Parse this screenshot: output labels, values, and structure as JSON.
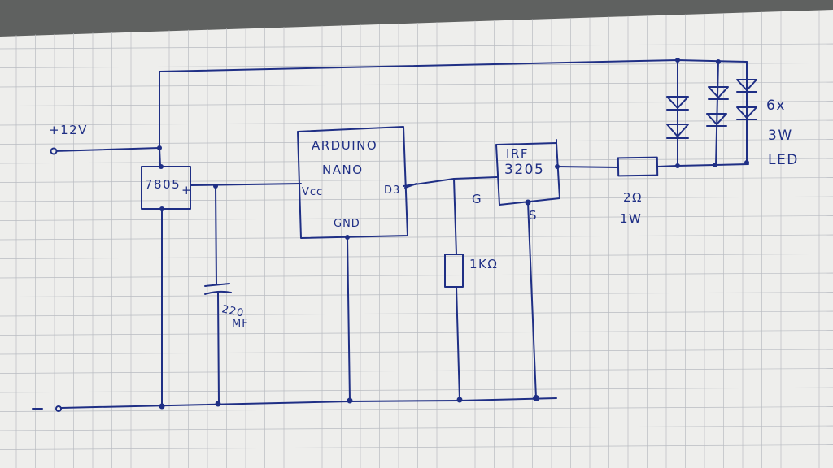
{
  "labels": {
    "supply": "+12V",
    "regulator": "7805",
    "regulator_plus": "+",
    "arduino_line1": "ARDUINO",
    "arduino_line2": "NANO",
    "vcc": "Vcc",
    "d3": "D3",
    "gnd": "GND",
    "mosfet_line1": "IRF",
    "mosfet_line2": "3205",
    "gate": "G",
    "source": "S",
    "resistor_pulldown": "1KΩ",
    "resistor_series": "2Ω",
    "resistor_power": "1W",
    "capacitor_value": "220",
    "capacitor_unit": "MF",
    "led_count": "6x",
    "led_power": "3W",
    "led_type": "LED"
  },
  "colors": {
    "ink": "#1f2f85",
    "paper": "#f1f1ef",
    "grid": "#b9bcc2"
  }
}
